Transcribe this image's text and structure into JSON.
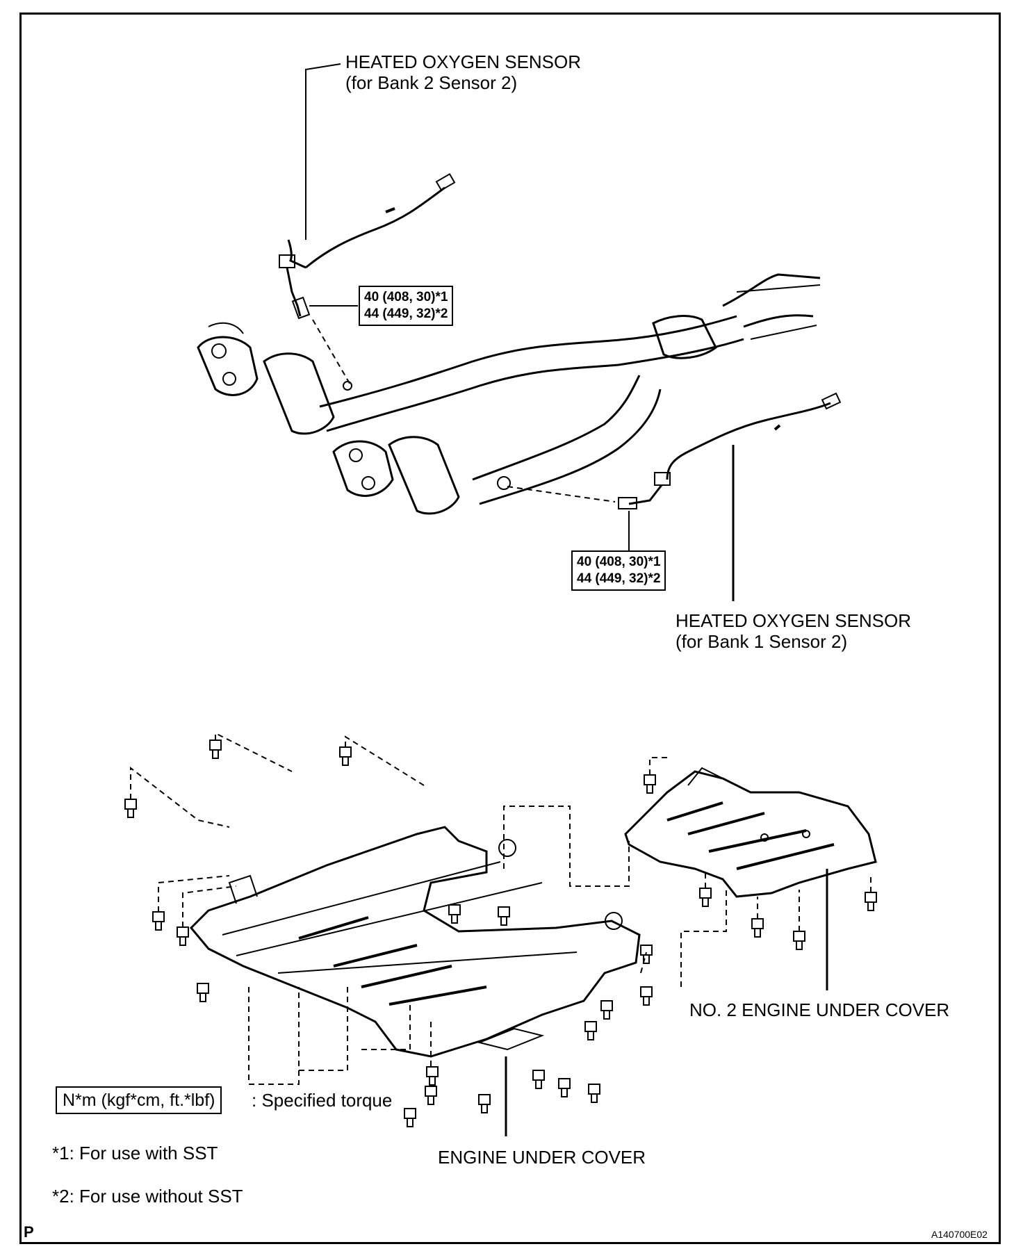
{
  "labels": {
    "sensor_bank2_title": "HEATED OXYGEN SENSOR",
    "sensor_bank2_sub": "(for Bank 2 Sensor 2)",
    "sensor_bank1_title": "HEATED OXYGEN SENSOR",
    "sensor_bank1_sub": "(for Bank 1 Sensor 2)",
    "no2_engine_under_cover": "NO. 2 ENGINE UNDER COVER",
    "engine_under_cover": "ENGINE UNDER COVER"
  },
  "torque_bank2": {
    "line1": "40 (408, 30)*1",
    "line2": "44 (449, 32)*2"
  },
  "torque_bank1": {
    "line1": "40 (408, 30)*1",
    "line2": "44 (449, 32)*2"
  },
  "legend": {
    "unit_box": "N*m (kgf*cm, ft.*lbf)",
    "unit_desc": ": Specified torque",
    "note1": "*1: For use with SST",
    "note2": "*2: For use without SST"
  },
  "corner": {
    "left": "P",
    "right": "A140700E02"
  }
}
